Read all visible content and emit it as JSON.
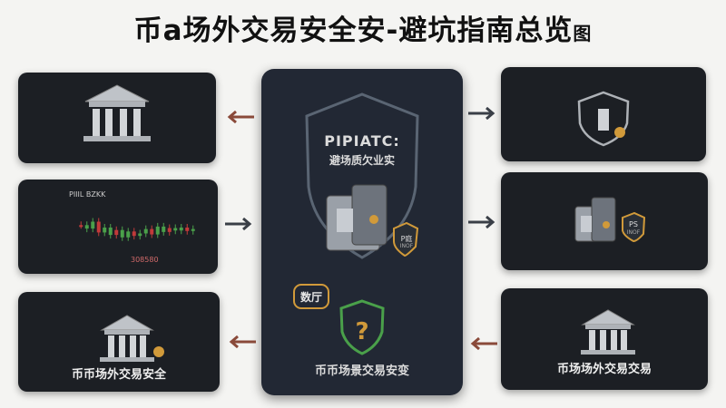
{
  "title": {
    "main": "币a场外交易安全安-避坑指南总览",
    "suffix": "图"
  },
  "center": {
    "heading": "PIPIATC:",
    "subheading": "避场质欠业实",
    "badge_text": "P庭",
    "badge_sub": "INOF",
    "tag": "数厅",
    "label": "币币场景交易安变"
  },
  "left": {
    "chart_title": "PIIIL BZKK",
    "chart_value": "308580",
    "bottom_label": "币币场外交易安全"
  },
  "right": {
    "badge_text": "PS",
    "badge_sub": "INOF",
    "bottom_label": "币场场外交易交易"
  },
  "chart_data": {
    "type": "candlestick",
    "title": "PIIIL BZKK",
    "annotation": "308580",
    "series": [
      {
        "values": [
          0.55,
          0.48,
          0.62,
          0.4,
          0.5,
          0.35,
          0.45,
          0.3,
          0.42,
          0.33,
          0.38,
          0.47,
          0.36,
          0.52,
          0.41,
          0.49,
          0.44,
          0.5,
          0.43,
          0.47
        ]
      }
    ]
  },
  "colors": {
    "panel": "#1c1f24",
    "center": "#222834",
    "arrow_in": "#8a4a3a",
    "arrow_out": "#3a3f47",
    "accent_gold": "#d19a3a",
    "green": "#4aa04a",
    "red": "#c23a3a"
  }
}
